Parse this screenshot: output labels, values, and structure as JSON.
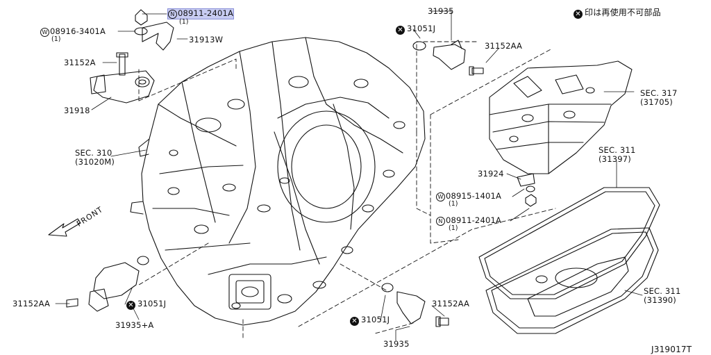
{
  "diagram_code": "J319017T",
  "legend": {
    "icon": "x-circle-icon",
    "text": "印は再使用不可部品"
  },
  "front_label": "FRONT",
  "labels": [
    {
      "key": "p08911_top",
      "prefix": "N",
      "text": "08911-2401A",
      "qty": "(1)",
      "highlight": true
    },
    {
      "key": "p08916",
      "prefix": "W",
      "text": "08916-3401A",
      "qty": "(1)"
    },
    {
      "key": "p31913W",
      "text": "31913W"
    },
    {
      "key": "p31152A",
      "text": "31152A"
    },
    {
      "key": "p31918",
      "text": "31918"
    },
    {
      "key": "sec310",
      "text": "SEC. 310",
      "sub": "(31020M)"
    },
    {
      "key": "p31935_top",
      "text": "31935"
    },
    {
      "key": "p31051J_top",
      "text": "31051J",
      "nonreuse": true
    },
    {
      "key": "p31152AA_top",
      "text": "31152AA"
    },
    {
      "key": "sec317",
      "text": "SEC. 317",
      "sub": "(31705)"
    },
    {
      "key": "sec311a",
      "text": "SEC. 311",
      "sub": "(31397)"
    },
    {
      "key": "p31924",
      "text": "31924"
    },
    {
      "key": "p08915",
      "prefix": "W",
      "text": "08915-1401A",
      "qty": "(1)"
    },
    {
      "key": "p08911_mid",
      "prefix": "N",
      "text": "08911-2401A",
      "qty": "(1)"
    },
    {
      "key": "sec311b",
      "text": "SEC. 311",
      "sub": "(31390)"
    },
    {
      "key": "p31152AA_left",
      "text": "31152AA"
    },
    {
      "key": "p31051J_left",
      "text": "31051J",
      "nonreuse": true
    },
    {
      "key": "p31935A",
      "text": "31935+A"
    },
    {
      "key": "p31051J_bot",
      "text": "31051J",
      "nonreuse": true
    },
    {
      "key": "p31935_bot",
      "text": "31935"
    },
    {
      "key": "p31152AA_bot",
      "text": "31152AA"
    }
  ]
}
